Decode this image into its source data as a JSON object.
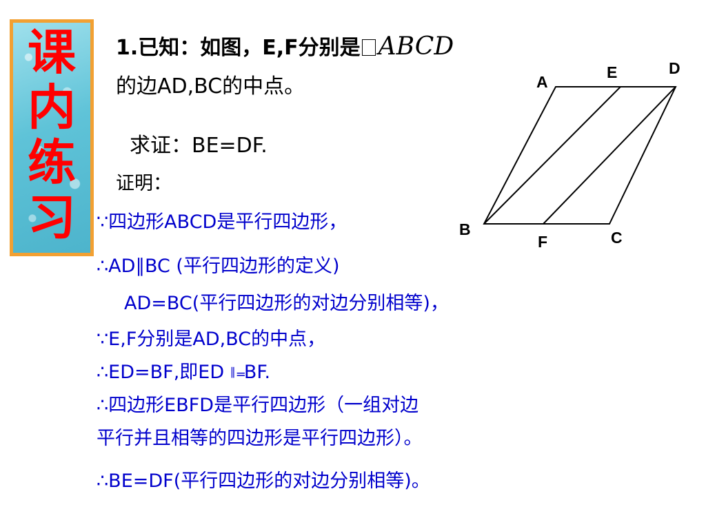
{
  "side_title": [
    "课",
    "内",
    "练",
    "习"
  ],
  "problem": {
    "line1_text": "1.已知：如图，E,F分别是",
    "line1_math": "ABCD",
    "line2": "的边AD,BC的中点。",
    "prove": "求证：BE=DF."
  },
  "proof": {
    "heading": "证明：",
    "steps": [
      "∵四边形ABCD是平行四边形，",
      "∴AD∥BC  (平行四边形的定义)",
      "AD=BC(平行四边形的对边分别相等)，",
      "∵E,F分别是AD,BC的中点，",
      "∴ED=BF,即ED ",
      "BF.",
      "∴四边形EBFD是平行四边形（一组对边",
      "平行并且相等的四边形是平行四边形）。",
      "∴BE=DF(平行四边形的对边分别相等)。"
    ],
    "parallel_symbol": "∥",
    "equal_symbol": "="
  },
  "figure": {
    "points": {
      "A": "A",
      "B": "B",
      "C": "C",
      "D": "D",
      "E": "E",
      "F": "F"
    }
  },
  "colors": {
    "title": "#ff0000",
    "panel_border": "#f2a032",
    "panel_fill": "#5fc3d8",
    "problem_text": "#000000",
    "proof_text": "#0000cc"
  }
}
